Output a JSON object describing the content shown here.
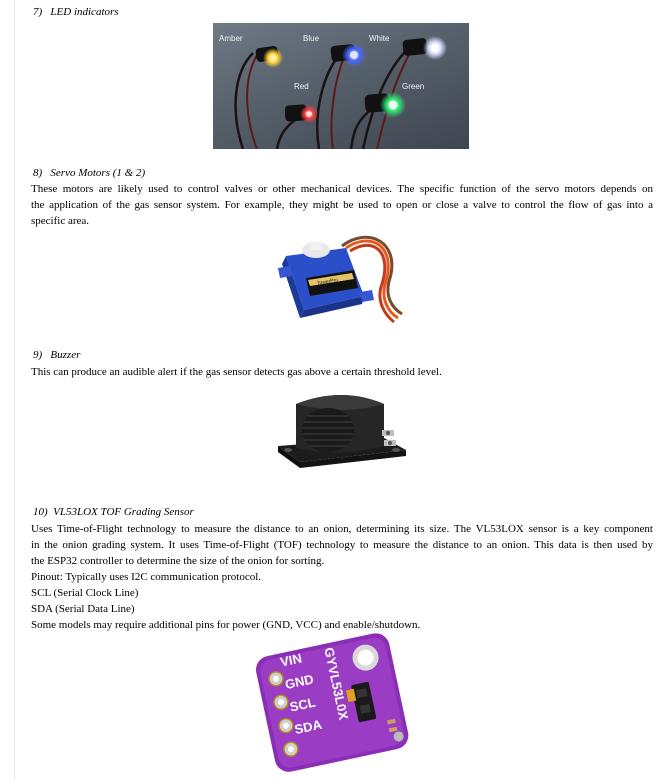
{
  "sections": {
    "led": {
      "heading": "7)   LED indicators",
      "labels": {
        "amber": "Amber",
        "blue": "Blue",
        "white": "White",
        "red": "Red",
        "green": "Green"
      }
    },
    "servo": {
      "heading": "8)   Servo Motors (1 & 2)",
      "lines": [
        "These motors are likely used to control valves or other    mechanical devices. The specific function of the servo motors depends on",
        "the application of the gas sensor system. For example, they might be used to open or close a valve to control the flow of gas into a",
        "specific area."
      ],
      "image_text": "TowerPro"
    },
    "buzzer": {
      "heading": "9)   Buzzer",
      "lines": [
        "This can produce an audible alert if the gas sensor detects gas above a certain threshold level."
      ]
    },
    "sensor": {
      "heading": "10)  VL53LOX TOF Grading Sensor",
      "lines": [
        "Uses Time-of-Flight technology to measure the distance to an onion, determining its size. The VL53LOX sensor is a key component",
        "in the onion grading system. It uses Time-of-Flight (TOF) technology to measure the distance to an onion. This data is then used by",
        "the ESP32 controller to determine the size of the onion for sorting.",
        "Pinout: Typically uses I2C communication protocol.",
        "SCL (Serial Clock Line)",
        "SDA (Serial Data Line)",
        "Some models may require additional pins for power (GND, VCC) and enable/shutdown."
      ],
      "board_pins": [
        "VIN",
        "GND",
        "SCL",
        "SDA"
      ],
      "board_name": "GYVL53L0X"
    }
  },
  "colors": {
    "board_purple": "#8a2fb5",
    "led_amber": "#ffcc33",
    "led_blue": "#4a66ff",
    "led_white": "#eef0ff",
    "led_red": "#ff4040",
    "led_green": "#33e077"
  }
}
